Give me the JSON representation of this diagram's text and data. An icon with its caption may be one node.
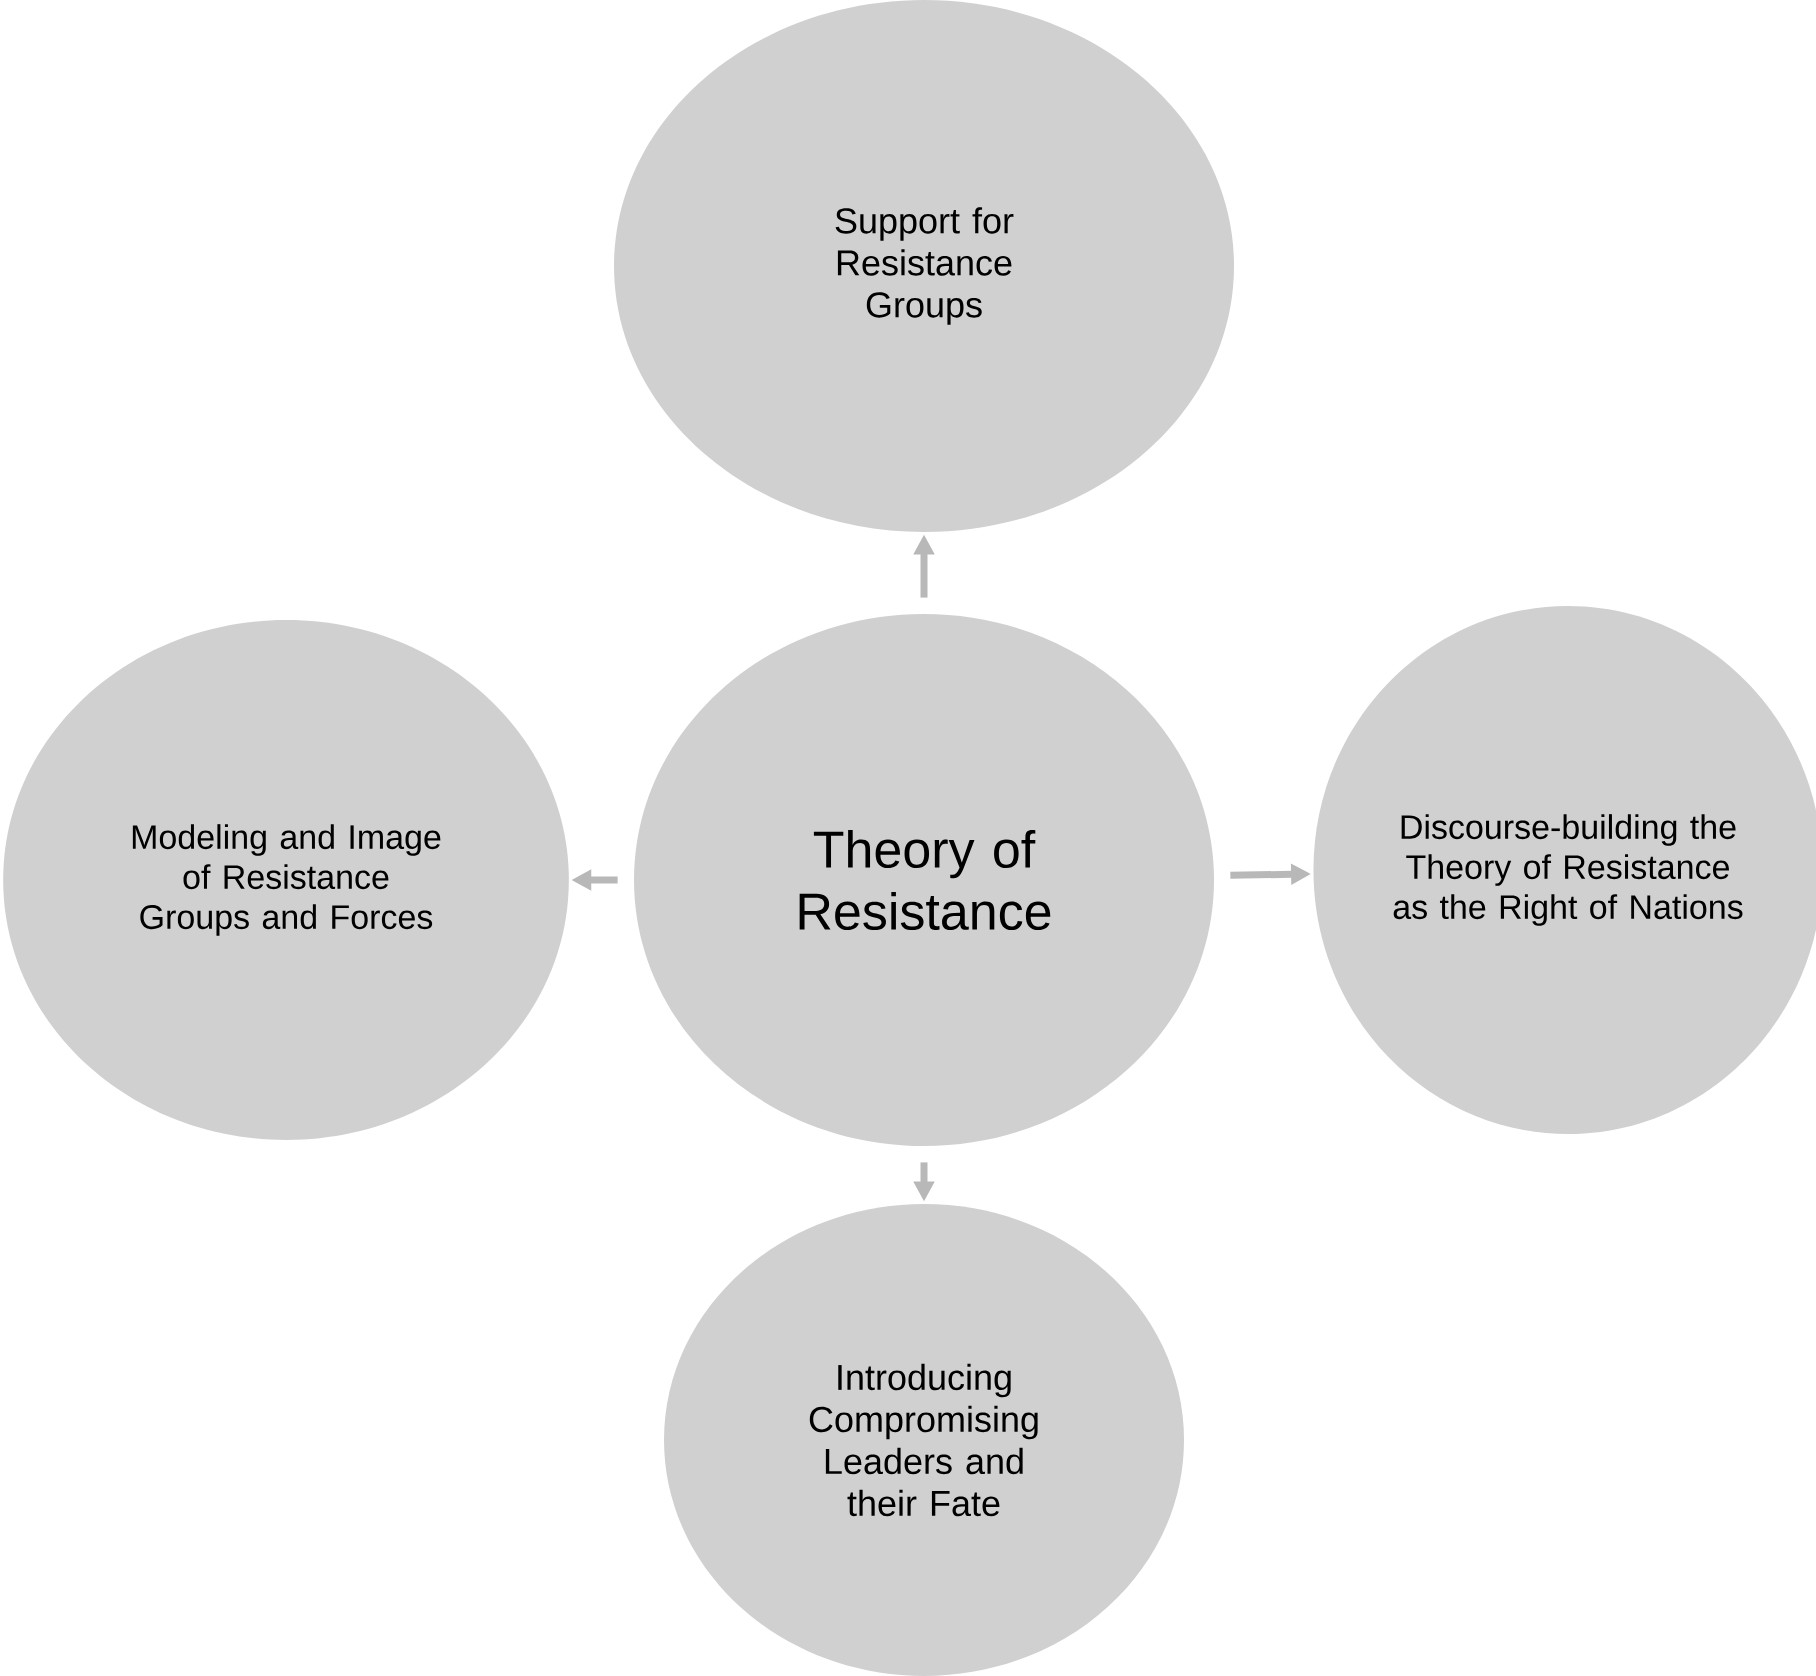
{
  "diagram": {
    "nodes": [
      {
        "text": [
          "Support for Resistance Groups"
        ]
      },
      {
        "text": [
          "Modeling and Image of Resistance Groups and Forces"
        ]
      },
      {
        "text": [
          "Theory of Resistance"
        ]
      },
      {
        "text": [
          "Discourse-building the Theory of Resistance as the Right of Nations"
        ]
      },
      {
        "text": [
          "Introducing Compromising Leaders and their Fate"
        ]
      }
    ],
    "edges": [
      {
        "from": 2,
        "to": 0,
        "arrow": "to"
      },
      {
        "from": 2,
        "to": 1,
        "arrow": "to"
      },
      {
        "from": 2,
        "to": 3,
        "arrow": "to"
      },
      {
        "from": 2,
        "to": 4,
        "arrow": "to"
      }
    ]
  }
}
